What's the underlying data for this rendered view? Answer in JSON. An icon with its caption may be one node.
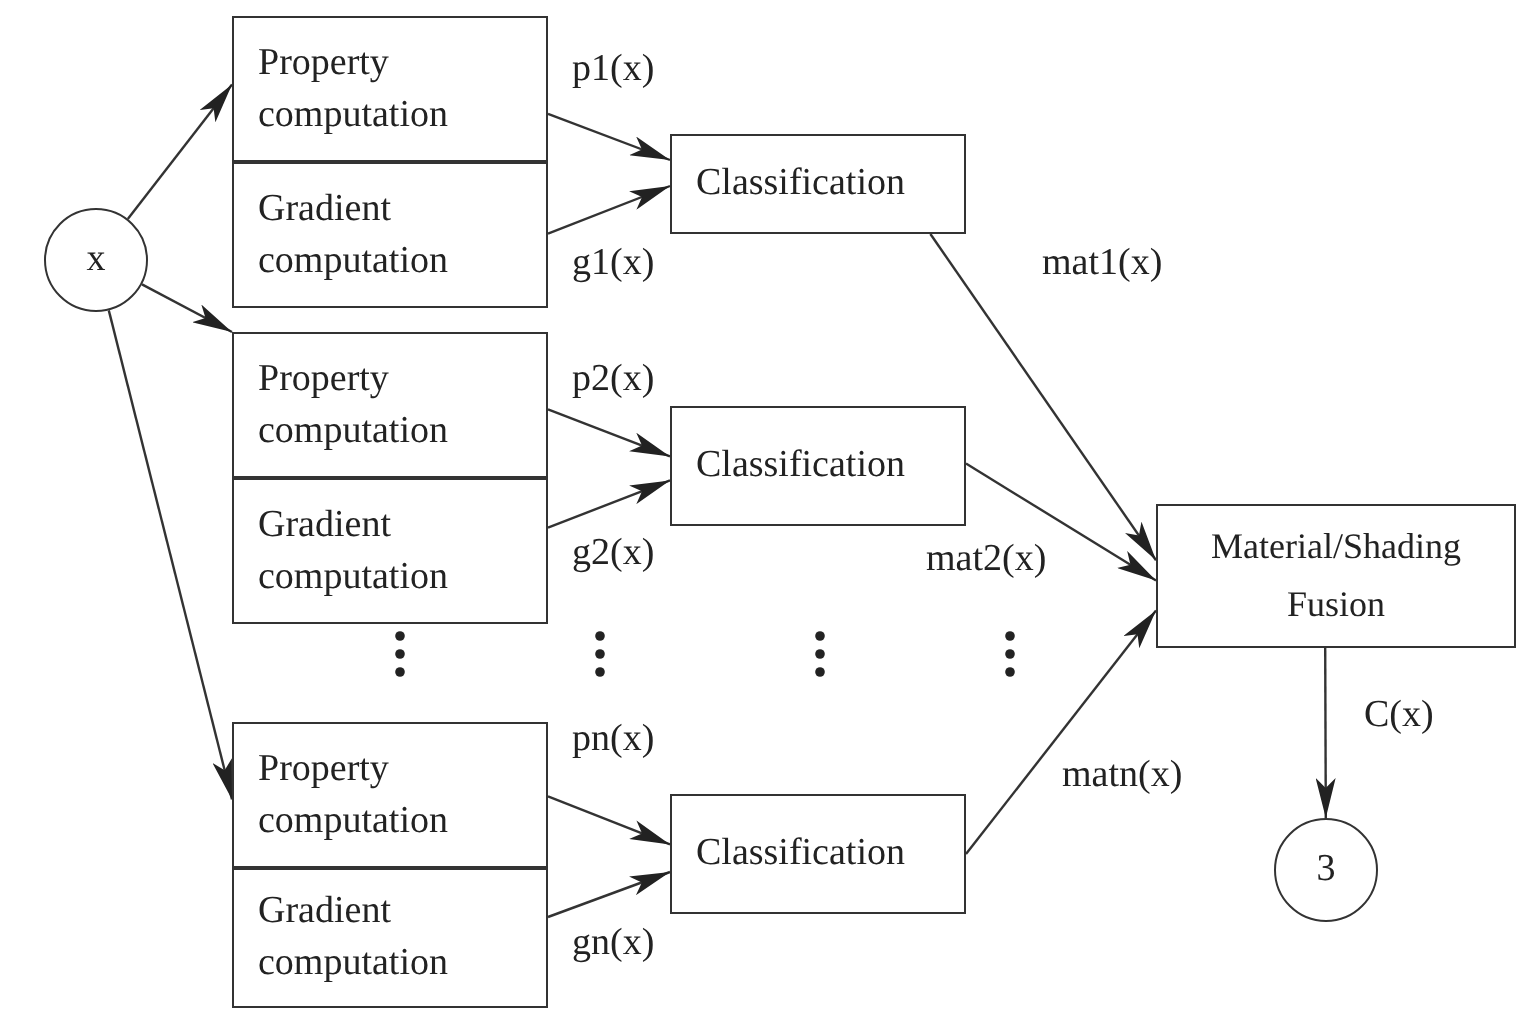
{
  "diagram": {
    "nodes": [
      {
        "text": [
          "x"
        ]
      },
      {
        "text": [
          "Property computation"
        ]
      },
      {
        "text": [
          "Gradient computation"
        ]
      },
      {
        "text": [
          "Classification"
        ]
      },
      {
        "text": [
          "Property computation"
        ]
      },
      {
        "text": [
          "Gradient computation"
        ]
      },
      {
        "text": [
          "Classification"
        ]
      },
      {
        "text": [
          "Property computation"
        ]
      },
      {
        "text": [
          "Gradient computation"
        ]
      },
      {
        "text": [
          "Classification"
        ]
      },
      {
        "text": [
          "Material/Shading Fusion"
        ]
      },
      {
        "text": [
          "3"
        ]
      }
    ],
    "edges": [
      {
        "from": 0,
        "to": 1,
        "arrow": "to"
      },
      {
        "from": 0,
        "to": 4,
        "arrow": "to"
      },
      {
        "from": 0,
        "to": 7,
        "arrow": "to"
      },
      {
        "from": 1,
        "to": 3,
        "arrow": "to",
        "label": "p1(x)"
      },
      {
        "from": 2,
        "to": 3,
        "arrow": "to",
        "label": "g1(x)"
      },
      {
        "from": 4,
        "to": 6,
        "arrow": "to",
        "label": "p2(x)"
      },
      {
        "from": 5,
        "to": 6,
        "arrow": "to",
        "label": "g2(x)"
      },
      {
        "from": 7,
        "to": 9,
        "arrow": "to",
        "label": "pn(x)"
      },
      {
        "from": 8,
        "to": 9,
        "arrow": "to",
        "label": "gn(x)"
      },
      {
        "from": 3,
        "to": 10,
        "arrow": "to",
        "label": "mat1(x)"
      },
      {
        "from": 6,
        "to": 10,
        "arrow": "to",
        "label": "mat2(x)"
      },
      {
        "from": 9,
        "to": 10,
        "arrow": "to",
        "label": "matn(x)"
      },
      {
        "from": 10,
        "to": 11,
        "arrow": "to",
        "label": "C(x)"
      }
    ]
  }
}
